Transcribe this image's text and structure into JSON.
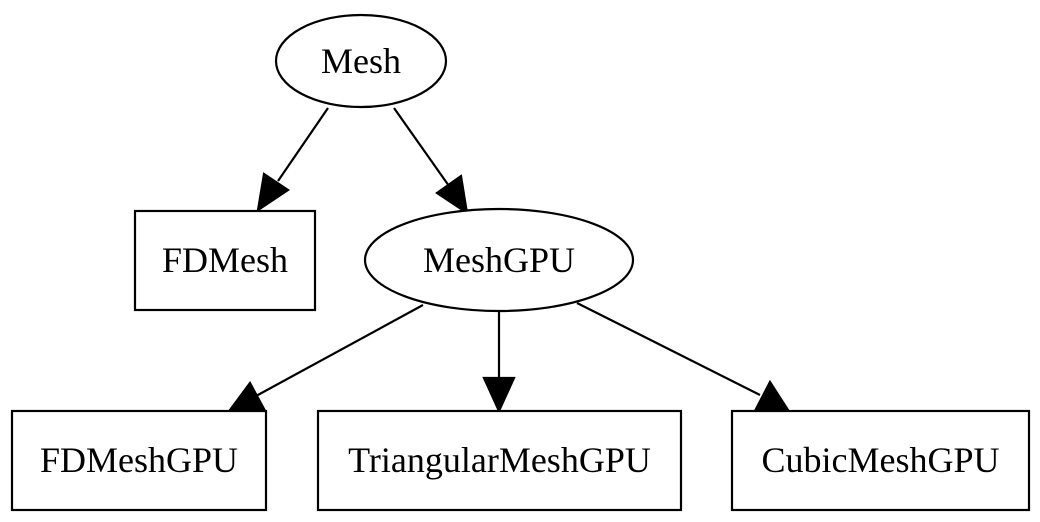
{
  "diagram": {
    "nodes": {
      "mesh": {
        "label": "Mesh",
        "shape": "ellipse"
      },
      "fdmesh": {
        "label": "FDMesh",
        "shape": "box"
      },
      "meshgpu": {
        "label": "MeshGPU",
        "shape": "ellipse"
      },
      "fdmeshgpu": {
        "label": "FDMeshGPU",
        "shape": "box"
      },
      "triangularmeshgpu": {
        "label": "TriangularMeshGPU",
        "shape": "box"
      },
      "cubicmeshgpu": {
        "label": "CubicMeshGPU",
        "shape": "box"
      }
    },
    "edges": [
      {
        "from": "Mesh",
        "to": "FDMesh"
      },
      {
        "from": "Mesh",
        "to": "MeshGPU"
      },
      {
        "from": "MeshGPU",
        "to": "FDMeshGPU"
      },
      {
        "from": "MeshGPU",
        "to": "TriangularMeshGPU"
      },
      {
        "from": "MeshGPU",
        "to": "CubicMeshGPU"
      }
    ],
    "colors": {
      "stroke": "#000000",
      "fill": "#ffffff",
      "text": "#000000"
    }
  }
}
